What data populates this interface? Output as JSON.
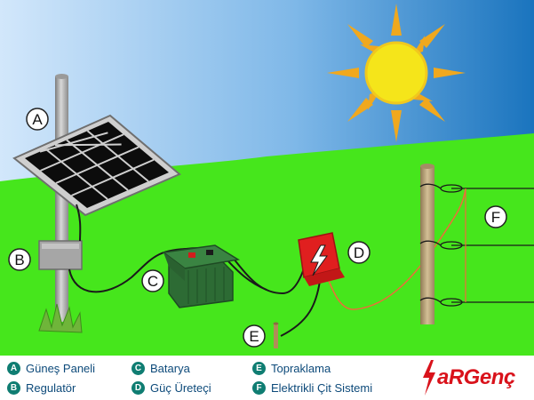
{
  "callouts": {
    "a": "A",
    "b": "B",
    "c": "C",
    "d": "D",
    "e": "E",
    "f": "F"
  },
  "legend": [
    {
      "letter": "A",
      "label": "Güneş Paneli"
    },
    {
      "letter": "B",
      "label": "Regulatör"
    },
    {
      "letter": "C",
      "label": "Batarya"
    },
    {
      "letter": "D",
      "label": "Güç Üreteçi"
    },
    {
      "letter": "E",
      "label": "Topraklama"
    },
    {
      "letter": "F",
      "label": "Elektrikli Çit Sistemi"
    }
  ],
  "brand": {
    "name": "aRGenç",
    "icon": "lightning-bolt-icon"
  },
  "colors": {
    "sky_light": "#cfe6fb",
    "sky_dark": "#1a78c2",
    "grass": "#46e61c",
    "sun": "#f5e51a",
    "sun_rays": "#f0a81e",
    "panel_cells": "#0c0c0c",
    "battery": "#2d6b34",
    "generator": "#e01f1f",
    "fence_post": "#b8a27a",
    "live_wire": "#f06a3c",
    "badge": "#0f7d72",
    "legend_text": "#0d4a7a",
    "brand": "#d9121b"
  }
}
